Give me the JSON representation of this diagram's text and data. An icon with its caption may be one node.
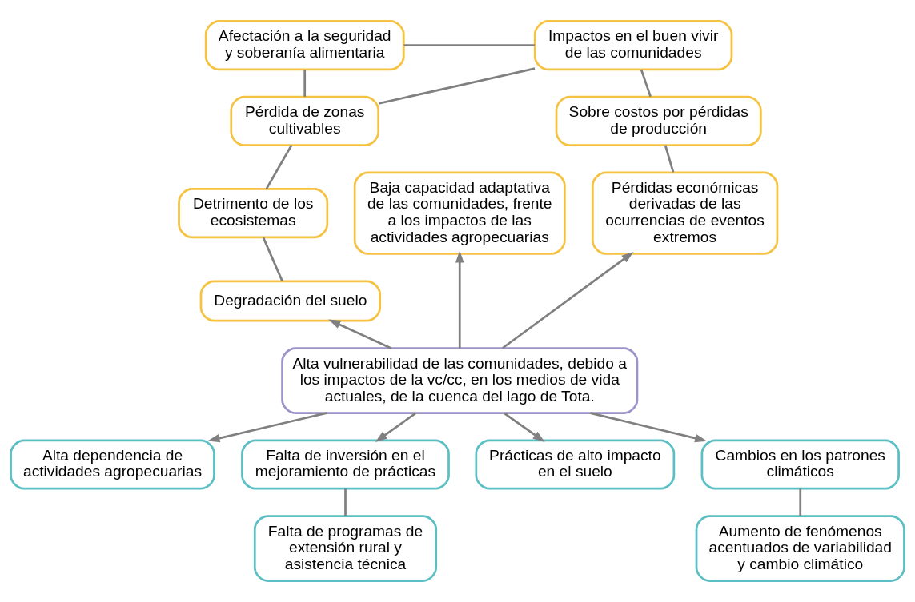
{
  "diagram": {
    "nodes": [
      {
        "text": [
          "Afectación a la seguridad y soberanía alimentaria"
        ]
      },
      {
        "text": [
          "Impactos en el buen vivir de las comunidades"
        ]
      },
      {
        "text": [
          "Pérdida de zonas cultivables"
        ]
      },
      {
        "text": [
          "Sobre costos por pérdidas de producción"
        ]
      },
      {
        "text": [
          "Baja capacidad adaptativa de las comunidades, frente a los impactos de las actividades agropecuarias"
        ]
      },
      {
        "text": [
          "Detrimento de los ecosistemas"
        ]
      },
      {
        "text": [
          "Pérdidas económicas derivadas de las ocurrencias de eventos extremos"
        ]
      },
      {
        "text": [
          "Degradación del suelo"
        ]
      },
      {
        "text": [
          "Alta vulnerabilidad de las comunidades, debido a los impactos de la vc/cc, en los medios de vida actuales, de la cuenca del lago de Tota."
        ]
      },
      {
        "text": [
          "Alta dependencia de actividades agropecuarias"
        ]
      },
      {
        "text": [
          "Falta de inversión en el mejoramiento de prácticas"
        ]
      },
      {
        "text": [
          "Prácticas de alto impacto en el suelo"
        ]
      },
      {
        "text": [
          "Cambios en los patrones climáticos"
        ]
      },
      {
        "text": [
          "Falta de programas de extensión rural y asistencia técnica"
        ]
      },
      {
        "text": [
          "Aumento de fenómenos acentuados de variabilidad y cambio climático"
        ]
      }
    ],
    "edges": [
      {
        "from": 0,
        "to": 1,
        "arrow": "none"
      },
      {
        "from": 0,
        "to": 2,
        "arrow": "none"
      },
      {
        "from": 2,
        "to": 1,
        "arrow": "none"
      },
      {
        "from": 1,
        "to": 3,
        "arrow": "none"
      },
      {
        "from": 3,
        "to": 6,
        "arrow": "none"
      },
      {
        "from": 2,
        "to": 5,
        "arrow": "none"
      },
      {
        "from": 5,
        "to": 7,
        "arrow": "none"
      },
      {
        "from": 8,
        "to": 4,
        "arrow": "to"
      },
      {
        "from": 8,
        "to": 7,
        "arrow": "to"
      },
      {
        "from": 8,
        "to": 6,
        "arrow": "to"
      },
      {
        "from": 8,
        "to": 9,
        "arrow": "to"
      },
      {
        "from": 8,
        "to": 10,
        "arrow": "to"
      },
      {
        "from": 8,
        "to": 11,
        "arrow": "to"
      },
      {
        "from": 8,
        "to": 12,
        "arrow": "to"
      },
      {
        "from": 10,
        "to": 13,
        "arrow": "none"
      },
      {
        "from": 12,
        "to": 14,
        "arrow": "none"
      }
    ]
  }
}
